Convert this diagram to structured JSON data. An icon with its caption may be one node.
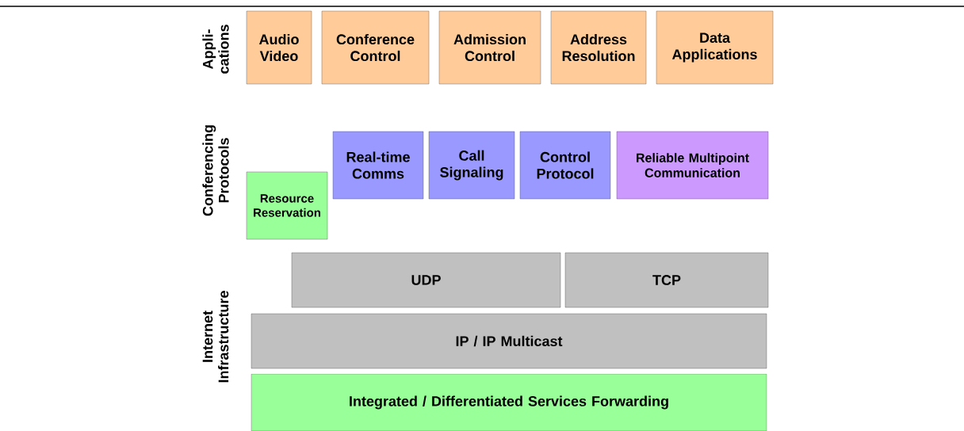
{
  "diagram": {
    "nodes": [
      {
        "text": [
          "Audio Video"
        ]
      },
      {
        "text": [
          "Conference Control"
        ]
      },
      {
        "text": [
          "Admission Control"
        ]
      },
      {
        "text": [
          "Address Resolution"
        ]
      },
      {
        "text": [
          "Data Applications"
        ]
      },
      {
        "text": [
          "Real-time Comms"
        ]
      },
      {
        "text": [
          "Call Signaling"
        ]
      },
      {
        "text": [
          "Control Protocol"
        ]
      },
      {
        "text": [
          "Reliable Multipoint Communication"
        ]
      },
      {
        "text": [
          "Resource Reservation"
        ]
      },
      {
        "text": [
          "UDP"
        ]
      },
      {
        "text": [
          "TCP"
        ]
      },
      {
        "text": [
          "IP / IP Multicast"
        ]
      },
      {
        "text": [
          "Integrated / Differentiated Services Forwarding"
        ]
      }
    ],
    "labels": [
      "Appli- cations",
      "Conferencing Protocols",
      "Internet Infrastructure"
    ]
  }
}
